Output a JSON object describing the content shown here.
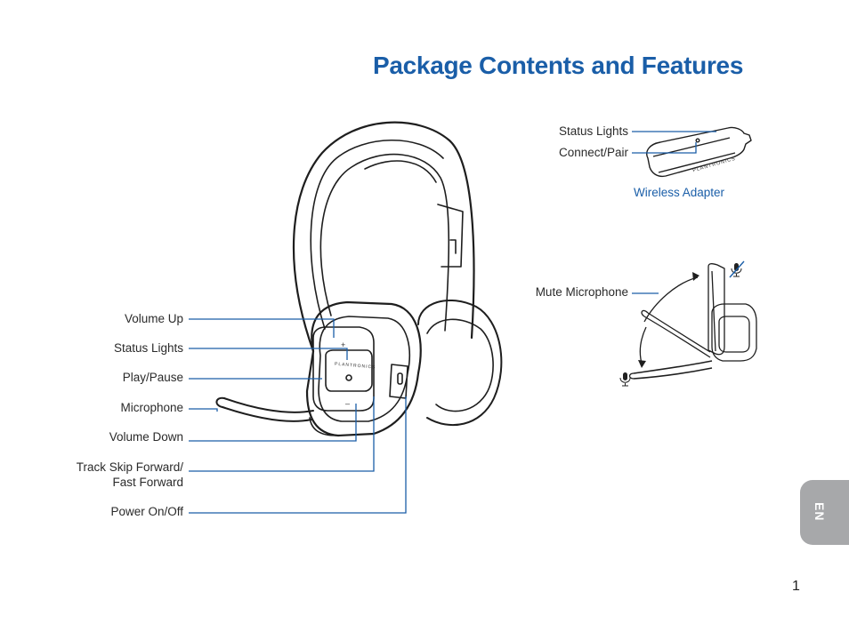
{
  "page": {
    "title": "Package Contents and Features",
    "page_number": "1",
    "language_tab": "EN"
  },
  "headset_labels": {
    "volume_up": "Volume Up",
    "status_lights": "Status Lights",
    "play_pause": "Play/Pause",
    "microphone": "Microphone",
    "volume_down": "Volume Down",
    "track_skip_line1": "Track Skip Forward/",
    "track_skip_line2": "Fast Forward",
    "power": "Power On/Off"
  },
  "adapter": {
    "status_lights": "Status Lights",
    "connect_pair": "Connect/Pair",
    "caption": "Wireless Adapter",
    "brand": "PLANTRONICS"
  },
  "mute": {
    "label": "Mute Microphone"
  },
  "headset": {
    "brand": "PLANTRONICS",
    "plus_symbol": "+",
    "minus_symbol": "–"
  },
  "colors": {
    "accent": "#1a5ea8",
    "tab": "#a7a8aa",
    "ink": "#222222"
  }
}
